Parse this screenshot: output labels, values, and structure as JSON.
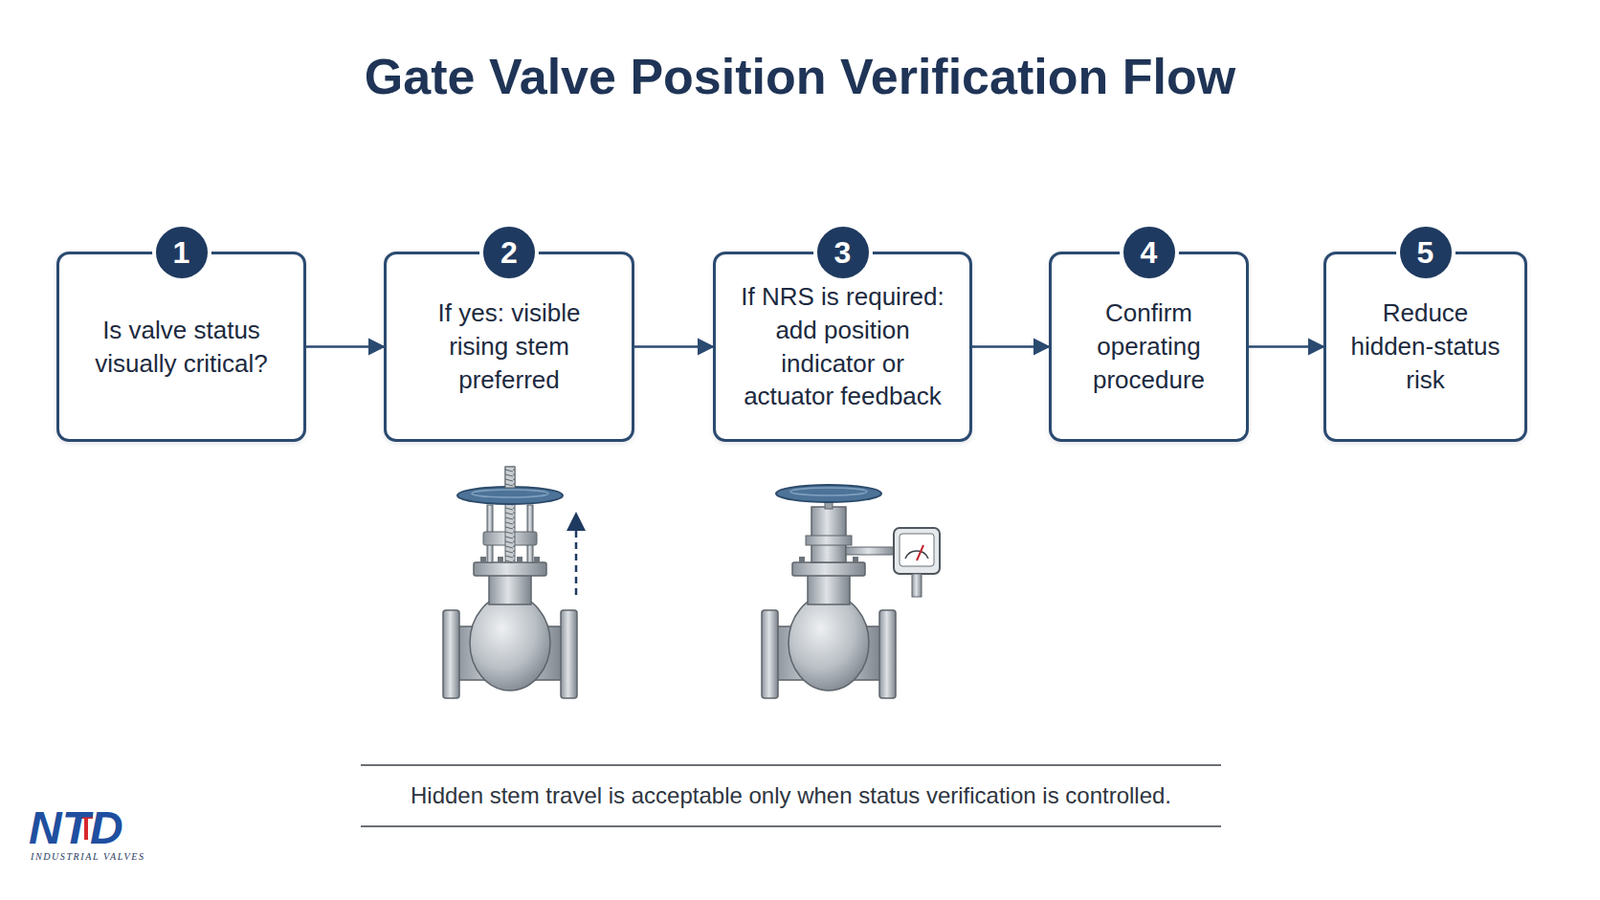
{
  "diagram": {
    "title": "Gate Valve Position Verification Flow",
    "caption": "Hidden stem travel is acceptable only when status verification is controlled.",
    "nodes": [
      {
        "text": [
          "Is valve status visually critical?"
        ]
      },
      {
        "text": [
          "If yes: visible rising stem preferred"
        ]
      },
      {
        "text": [
          "If NRS is required: add position indicator or actuator feedback"
        ]
      },
      {
        "text": [
          "Confirm operating procedure"
        ]
      },
      {
        "text": [
          "Reduce hidden-status risk"
        ]
      }
    ],
    "edges": [
      {
        "from": 0,
        "to": 1,
        "arrow": "to"
      },
      {
        "from": 1,
        "to": 2,
        "arrow": "to"
      },
      {
        "from": 2,
        "to": 3,
        "arrow": "to"
      },
      {
        "from": 3,
        "to": 4,
        "arrow": "to"
      }
    ],
    "labels": [
      "1",
      "2",
      "3",
      "4",
      "5",
      "NTD",
      "INDUSTRIAL VALVES"
    ]
  }
}
